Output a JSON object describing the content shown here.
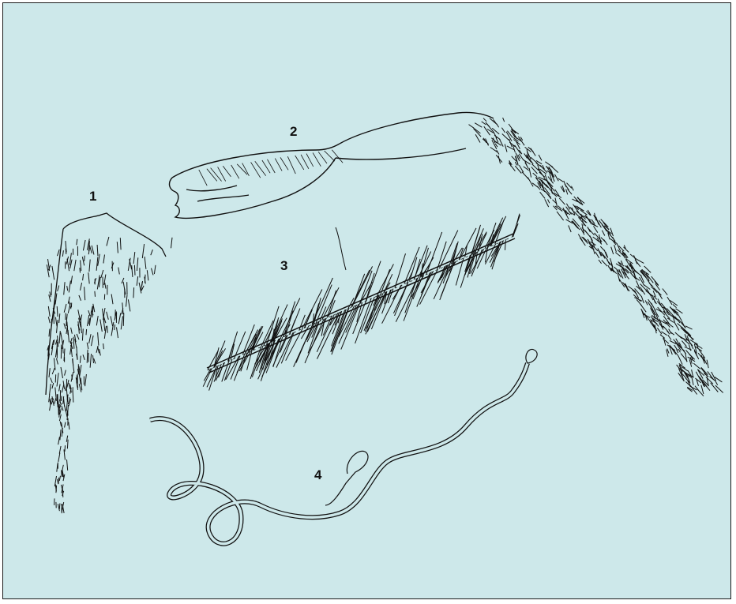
{
  "background_color": "#cde8ea",
  "ink_color": "#111111",
  "specimens": [
    {
      "label": "1"
    },
    {
      "label": "2"
    },
    {
      "label": "3"
    },
    {
      "label": "4"
    }
  ]
}
